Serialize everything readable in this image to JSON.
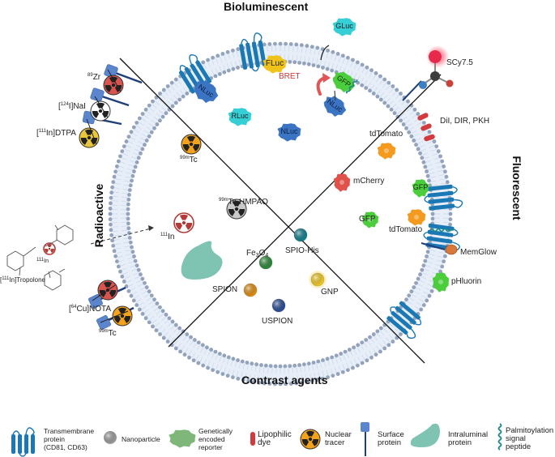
{
  "sections": {
    "top": "Bioluminescent",
    "left": "Radioactive",
    "right": "Fluorescent",
    "bottom": "Contrast agents"
  },
  "radioactive": {
    "zr": {
      "sup": "89",
      "text": "Zr"
    },
    "nai": {
      "pre": "[",
      "sup": "124",
      "text": "I]NaI"
    },
    "dtpa": {
      "pre": "[",
      "sup": "111",
      "text": "In]DTPA"
    },
    "tc_inner": {
      "sup": "99m",
      "text": "Tc"
    },
    "hmpao": {
      "sup": "99m",
      "text": "Tc-HMPAO"
    },
    "in_lumen": {
      "sup": "111",
      "text": "In"
    },
    "tropolone_center": {
      "sup": "111",
      "text": "In"
    },
    "tropolone": {
      "pre": "[",
      "sup": "111",
      "text": "In]Tropolone"
    },
    "nota": {
      "pre": "[",
      "sup": "64",
      "text": "Cu]NOTA"
    },
    "tc_outer": {
      "sup": "99m",
      "text": "Tc"
    }
  },
  "bioluminescent": {
    "reporters": [
      "NLuc",
      "FLuc",
      "GLuc",
      "RLuc",
      "NLuc",
      "GFP",
      "NLuc"
    ],
    "bret": "BRET"
  },
  "fluorescent": {
    "scy": "SCy7.5",
    "dil": "DiI, DIR, PKH",
    "tdtomato_inner": "tdTomato",
    "mcherry": "mCherry",
    "gfp_inner": "GFP",
    "gfp_membrane": "GFP",
    "tdtomato_membrane": "tdTomato",
    "memglow": "MemGlow",
    "phluorin": "pHluorin"
  },
  "contrast": {
    "fe3o4": {
      "a": "Fe",
      "s1": "3",
      "b": "O",
      "s2": "4"
    },
    "spio_his": "SPIO-His",
    "spion": "SPION",
    "gnp": "GNP",
    "uspion": "USPION"
  },
  "legend": [
    {
      "icon": "transmembrane-protein",
      "lines": [
        "Transmembrane",
        "protein",
        "(CD81, CD63)"
      ]
    },
    {
      "icon": "nanoparticle",
      "lines": [
        "Nanoparticle"
      ]
    },
    {
      "icon": "genetically-encoded-reporter",
      "lines": [
        "Genetically",
        "encoded",
        "reporter"
      ]
    },
    {
      "icon": "lipophilic-dye",
      "lines": [
        "Lipophilic",
        "dye"
      ]
    },
    {
      "icon": "nuclear-tracer",
      "lines": [
        "Nuclear",
        "tracer"
      ]
    },
    {
      "icon": "surface-protein",
      "lines": [
        "Surface",
        "protein"
      ]
    },
    {
      "icon": "intraluminal-protein",
      "lines": [
        "Intraluminal",
        "protein"
      ]
    },
    {
      "icon": "palmitoylation-signal-peptide",
      "lines": [
        "Palmitoylation",
        "signal",
        "peptide"
      ]
    }
  ],
  "colors": {
    "membrane_bead": "#93a3bb",
    "membrane_tail": "#c9d8ea",
    "tm_protein": "#1a78b4",
    "surface_protein": "#5b85cc",
    "surface_stem": "#1f3f7a",
    "tracer_orange": "#f2a21b",
    "tracer_red": "#d9534f",
    "tracer_yellow": "#e9c63a",
    "tracer_gray": "#c9c9c9",
    "teal_protein": "#7fc3b3",
    "nluc": "#3c74c4",
    "fluc": "#f0c21c",
    "gluc": "#36cfd6",
    "gfp": "#4ccd3c",
    "tdtomato": "#f39a1f",
    "mcherry": "#e0514c",
    "dye_red": "#d13a3f",
    "memglow": "#d9783a",
    "bret_red": "#c93636",
    "palm_teal": "#1a8a85",
    "np_teal": "#13808e",
    "np_green": "#2e8a3b",
    "np_orange": "#e08f12",
    "np_yellow": "#f3cb25",
    "np_blue": "#2c4f98",
    "np_gray": "#9c9c9c"
  }
}
